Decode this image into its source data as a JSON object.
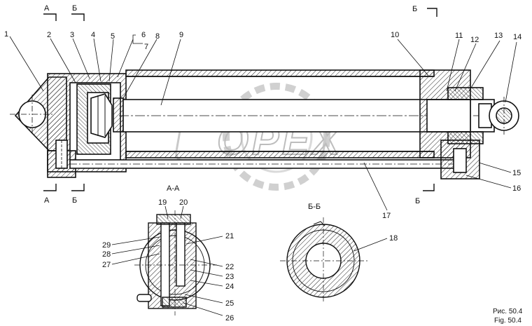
{
  "watermark": "OPEX",
  "section_marks": {
    "a_top_left": "А",
    "b_top_left": "Б",
    "b_top_right": "Б",
    "a_bottom_left": "А",
    "b_bottom_left": "Б",
    "b_bottom_right": "Б"
  },
  "view_titles": {
    "section_a": "А-А",
    "section_b": "Б-Б"
  },
  "callouts": {
    "n1": "1",
    "n2": "2",
    "n3": "3",
    "n4": "4",
    "n5": "5",
    "n6": "6",
    "n7": "7",
    "n8": "8",
    "n9": "9",
    "n10": "10",
    "n11": "11",
    "n12": "12",
    "n13": "13",
    "n14": "14",
    "n15": "15",
    "n16": "16",
    "n17": "17",
    "n18": "18",
    "n19": "19",
    "n20": "20",
    "n21": "21",
    "n22": "22",
    "n23": "23",
    "n24": "24",
    "n25": "25",
    "n26": "26",
    "n27": "27",
    "n28": "28",
    "n29": "29"
  },
  "caption": {
    "ru": "Рис. 50.4",
    "en": "Fig. 50.4"
  }
}
